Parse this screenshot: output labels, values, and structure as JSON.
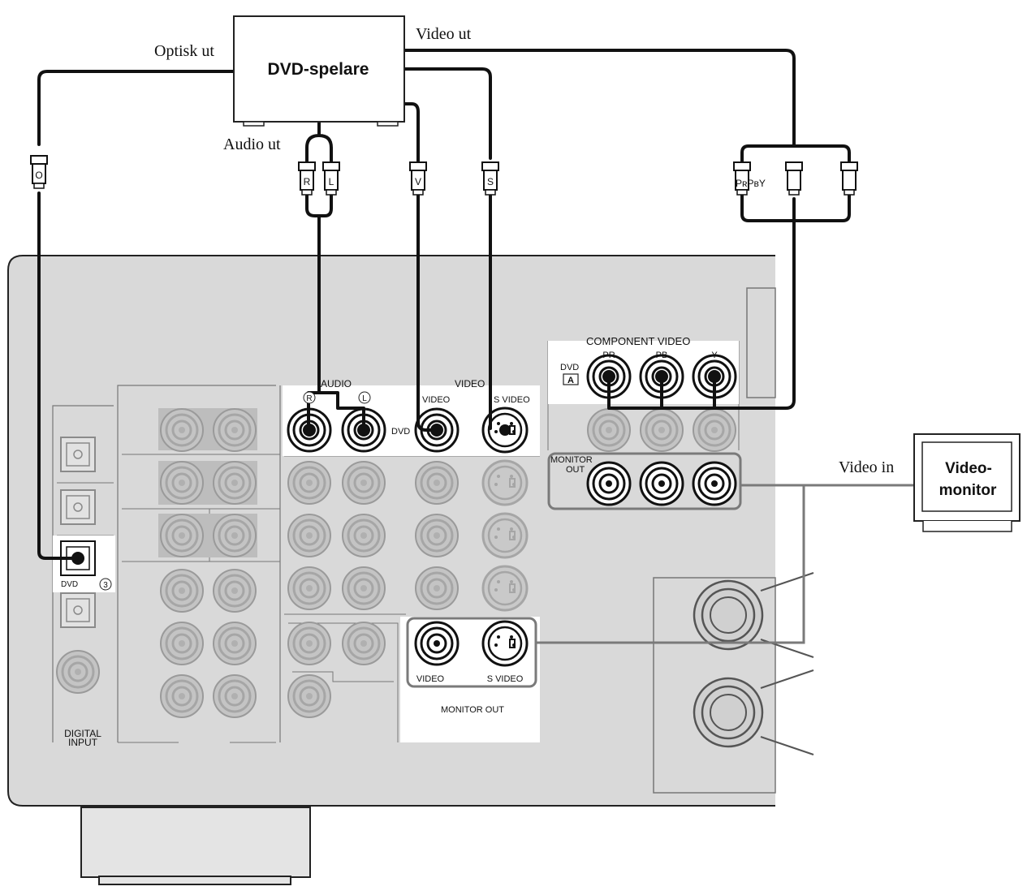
{
  "dvd_player": {
    "title": "DVD-spelare",
    "optical_out_label": "Optisk ut",
    "video_out_label": "Video ut",
    "audio_out_label": "Audio ut"
  },
  "monitor": {
    "title_line1": "Video-",
    "title_line2": "monitor",
    "video_in_label": "Video in"
  },
  "plugs": {
    "optical": "O",
    "audio_right": "R",
    "audio_left": "L",
    "video": "V",
    "svideo": "S",
    "component": "PʀPʙY"
  },
  "receiver": {
    "audio_label": "AUDIO",
    "video_label": "VIDEO",
    "video_sub_label": "VIDEO",
    "svideo_sub_label": "S VIDEO",
    "dvd_row_label": "DVD",
    "r_mark": "R",
    "l_mark": "L",
    "digital_input_line1": "DIGITAL",
    "digital_input_line2": "INPUT",
    "digital_dvd_label": "DVD",
    "digital_dvd_num": "3",
    "component_video_label": "COMPONENT VIDEO",
    "component_dvd_label": "DVD",
    "component_dvd_badge": "A",
    "component_pr": "PR",
    "component_pb": "PB",
    "component_y": "Y",
    "component_monitor_out_line1": "MONITOR",
    "component_monitor_out_line2": "OUT",
    "monitor_out_video": "VIDEO",
    "monitor_out_svideo": "S VIDEO",
    "monitor_out_label": "MONITOR OUT"
  },
  "colors": {
    "panel": "#d9d9d9",
    "cable": "#111111",
    "monitor_cable": "#7a7a7a"
  }
}
